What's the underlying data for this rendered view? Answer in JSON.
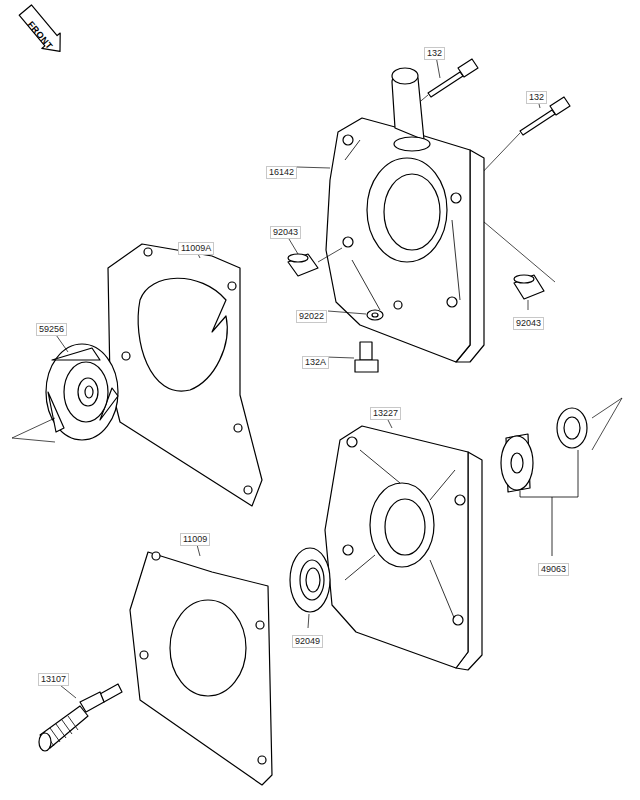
{
  "diagram": {
    "labels": [
      "FRONT",
      "132",
      "132",
      "16142",
      "92043",
      "11009A",
      "92022",
      "132A",
      "59256",
      "92043",
      "13227",
      "49063",
      "11009",
      "92049",
      "13107"
    ]
  }
}
